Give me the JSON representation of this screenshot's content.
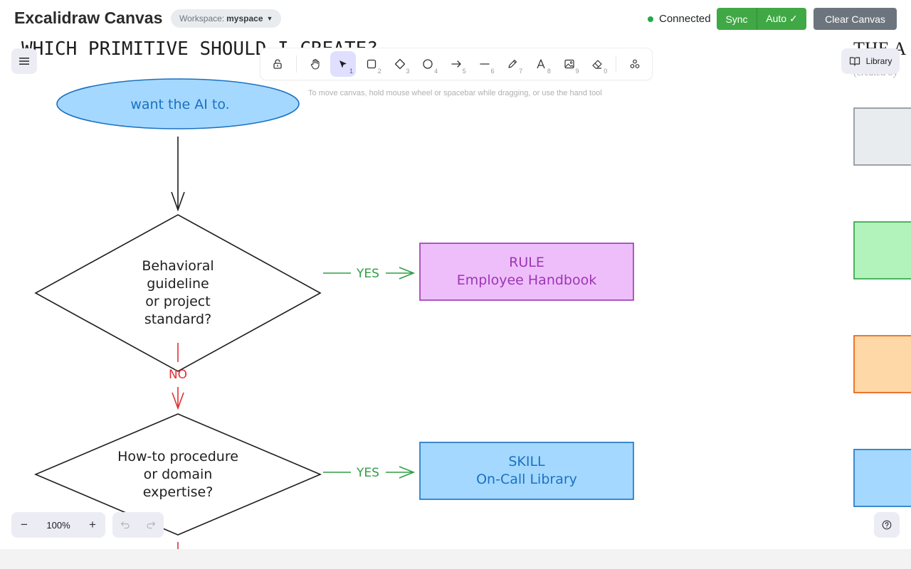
{
  "header": {
    "app_title": "Excalidraw Canvas",
    "workspace_label": "Workspace:",
    "workspace_name": "myspace",
    "connection_status": "Connected",
    "sync_label": "Sync",
    "auto_label": "Auto ✓",
    "clear_label": "Clear Canvas"
  },
  "toolbar": {
    "tools": [
      {
        "name": "lock",
        "shortcut": ""
      },
      {
        "name": "hand",
        "shortcut": ""
      },
      {
        "name": "selection",
        "shortcut": "1",
        "active": true
      },
      {
        "name": "rectangle",
        "shortcut": "2"
      },
      {
        "name": "diamond",
        "shortcut": "3"
      },
      {
        "name": "ellipse",
        "shortcut": "4"
      },
      {
        "name": "arrow",
        "shortcut": "5"
      },
      {
        "name": "line",
        "shortcut": "6"
      },
      {
        "name": "draw",
        "shortcut": "7"
      },
      {
        "name": "text",
        "shortcut": "8"
      },
      {
        "name": "image",
        "shortcut": "9"
      },
      {
        "name": "eraser",
        "shortcut": "0"
      },
      {
        "name": "more-tools",
        "shortcut": ""
      }
    ],
    "hint": "To move canvas, hold mouse wheel or spacebar while dragging, or use the hand tool"
  },
  "library_label": "Library",
  "zoom": {
    "value": "100%",
    "minus": "−",
    "plus": "+"
  },
  "canvas": {
    "title_left": "WHICH PRIMITIVE SHOULD I CREATE?",
    "title_right": "THE A",
    "subtitle_right": "(created by",
    "ellipse_text": "want the AI to.",
    "diamond1": [
      "Behavioral",
      "guideline",
      "or project",
      "standard?"
    ],
    "diamond2": [
      "How-to procedure",
      "or domain",
      "expertise?"
    ],
    "yes_label": "YES",
    "no_label": "NO",
    "rule_box": {
      "title": "RULE",
      "subtitle": "Employee Handbook"
    },
    "skill_box": {
      "title": "SKILL",
      "subtitle": "On-Call Library"
    }
  },
  "colors": {
    "ellipse_fill": "#a5d8ff",
    "ellipse_stroke": "#1971c2",
    "rule_fill": "#eebefa",
    "rule_stroke": "#9c36b5",
    "skill_fill": "#a5d8ff",
    "skill_stroke": "#1971c2",
    "yes_color": "#2f9e44",
    "no_color": "#e03131",
    "right_gray_fill": "#e9ecef",
    "right_green_fill": "#b2f2bb",
    "right_orange_fill": "#ffd8a8",
    "right_blue_fill": "#a5d8ff"
  }
}
